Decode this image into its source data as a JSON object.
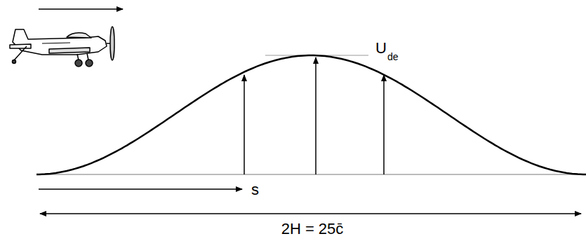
{
  "diagram": {
    "labels": [
      "U",
      "de",
      "s",
      "2H = 25c̄"
    ]
  }
}
